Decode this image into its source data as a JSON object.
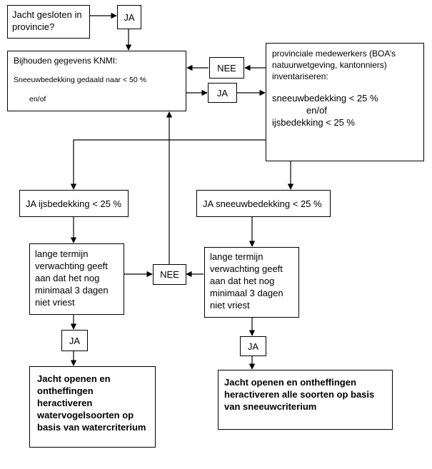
{
  "nodes": {
    "start": {
      "text": "Jacht gesloten in\nprovincie?"
    },
    "ja_top": {
      "text": "JA"
    },
    "knmi": {
      "title": "Bijhouden gegevens KNMI:",
      "line1": "Sneeuwbedekking gedaald naar < 50 %",
      "line2": "en/of"
    },
    "nee_top": {
      "text": "NEE"
    },
    "ja_mid": {
      "text": "JA"
    },
    "prov": {
      "intro": "provinciale medewerkers (BOA’s\nnatuurwetgeving, kantonniers)\ninventariseren:",
      "c1": "sneeuwbedekking < 25 %",
      "c2": "en/of",
      "c3": "ijsbedekking < 25 %"
    },
    "ja_ijs": {
      "text": "JA ijsbedekking < 25 %"
    },
    "ja_sneeuw": {
      "text": "JA sneeuwbedekking < 25 %"
    },
    "forecast_left": {
      "text": "lange termijn\nverwachting geeft\naan dat het nog\nminimaal 3 dagen\nniet vriest"
    },
    "nee_mid": {
      "text": "NEE"
    },
    "forecast_right": {
      "text": "lange termijn\nverwachting geeft\naan dat het nog\nminimaal 3 dagen\nniet vriest"
    },
    "ja_bl": {
      "text": "JA"
    },
    "ja_br": {
      "text": "JA"
    },
    "result_left": {
      "text": "Jacht openen en\nontheffingen\nheractiveren\nwatervogelsoorten op\nbasis van watercriterium"
    },
    "result_right": {
      "text": "Jacht openen en ontheffingen\nheractiveren alle soorten op basis\nvan sneeuwcriterium"
    }
  }
}
